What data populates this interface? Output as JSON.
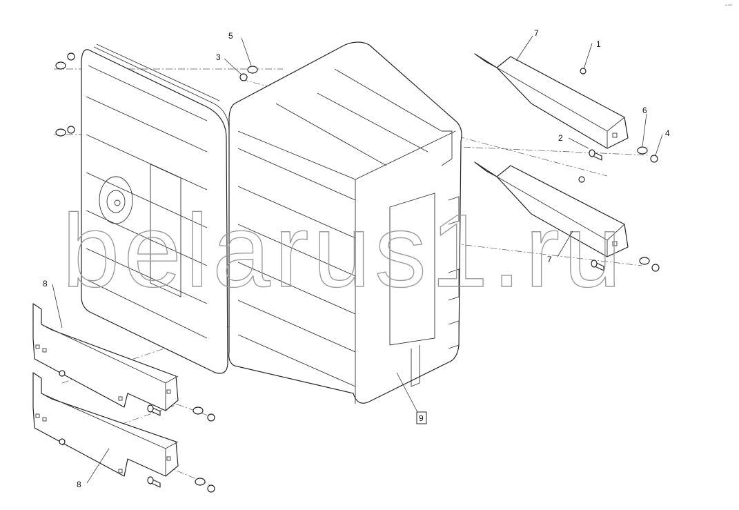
{
  "watermark": "belarus1.ru",
  "corner_mark": "ⁿ⁰ ⁰⁰⁰",
  "callouts": [
    {
      "id": "c1",
      "text": "1"
    },
    {
      "id": "c2",
      "text": "2"
    },
    {
      "id": "c3",
      "text": "3"
    },
    {
      "id": "c4",
      "text": "4"
    },
    {
      "id": "c5",
      "text": "5"
    },
    {
      "id": "c6",
      "text": "6"
    },
    {
      "id": "c7a",
      "text": "7"
    },
    {
      "id": "c7b",
      "text": "7"
    },
    {
      "id": "c8a",
      "text": "8"
    },
    {
      "id": "c8b",
      "text": "8"
    },
    {
      "id": "c9",
      "text": "9"
    }
  ]
}
